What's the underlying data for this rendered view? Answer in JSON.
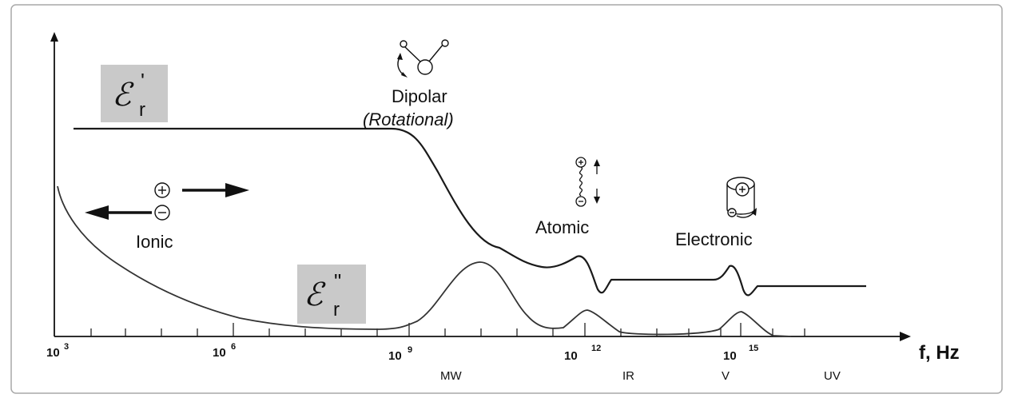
{
  "axes": {
    "x_label": "f, Hz",
    "x_ticks": [
      {
        "base": "10",
        "exp": "3"
      },
      {
        "base": "10",
        "exp": "6"
      },
      {
        "base": "10",
        "exp": "9"
      },
      {
        "base": "10",
        "exp": "12"
      },
      {
        "base": "10",
        "exp": "15"
      }
    ],
    "bands": [
      "MW",
      "IR",
      "V",
      "UV"
    ]
  },
  "curves": {
    "real_part": {
      "symbol": "ℰ",
      "subscript": "r",
      "prime": "'"
    },
    "imag_part": {
      "symbol": "ℰ",
      "subscript": "r",
      "prime": "\""
    }
  },
  "mechanisms": {
    "ionic": "Ionic",
    "dipolar": "Dipolar",
    "dipolar_note": "(Rotational)",
    "atomic": "Atomic",
    "electronic": "Electronic"
  },
  "icons": {
    "plus_charge": "plus-charge-icon",
    "minus_charge": "minus-charge-icon",
    "dipole_molecule": "rotating-dipole-icon",
    "atomic_spring": "atomic-spring-icon",
    "electron_cloud": "electron-cloud-icon"
  },
  "colors": {
    "frame": "#a9a9a9",
    "curve": "#1a1a1a",
    "label_box": "#c9c9c9"
  }
}
